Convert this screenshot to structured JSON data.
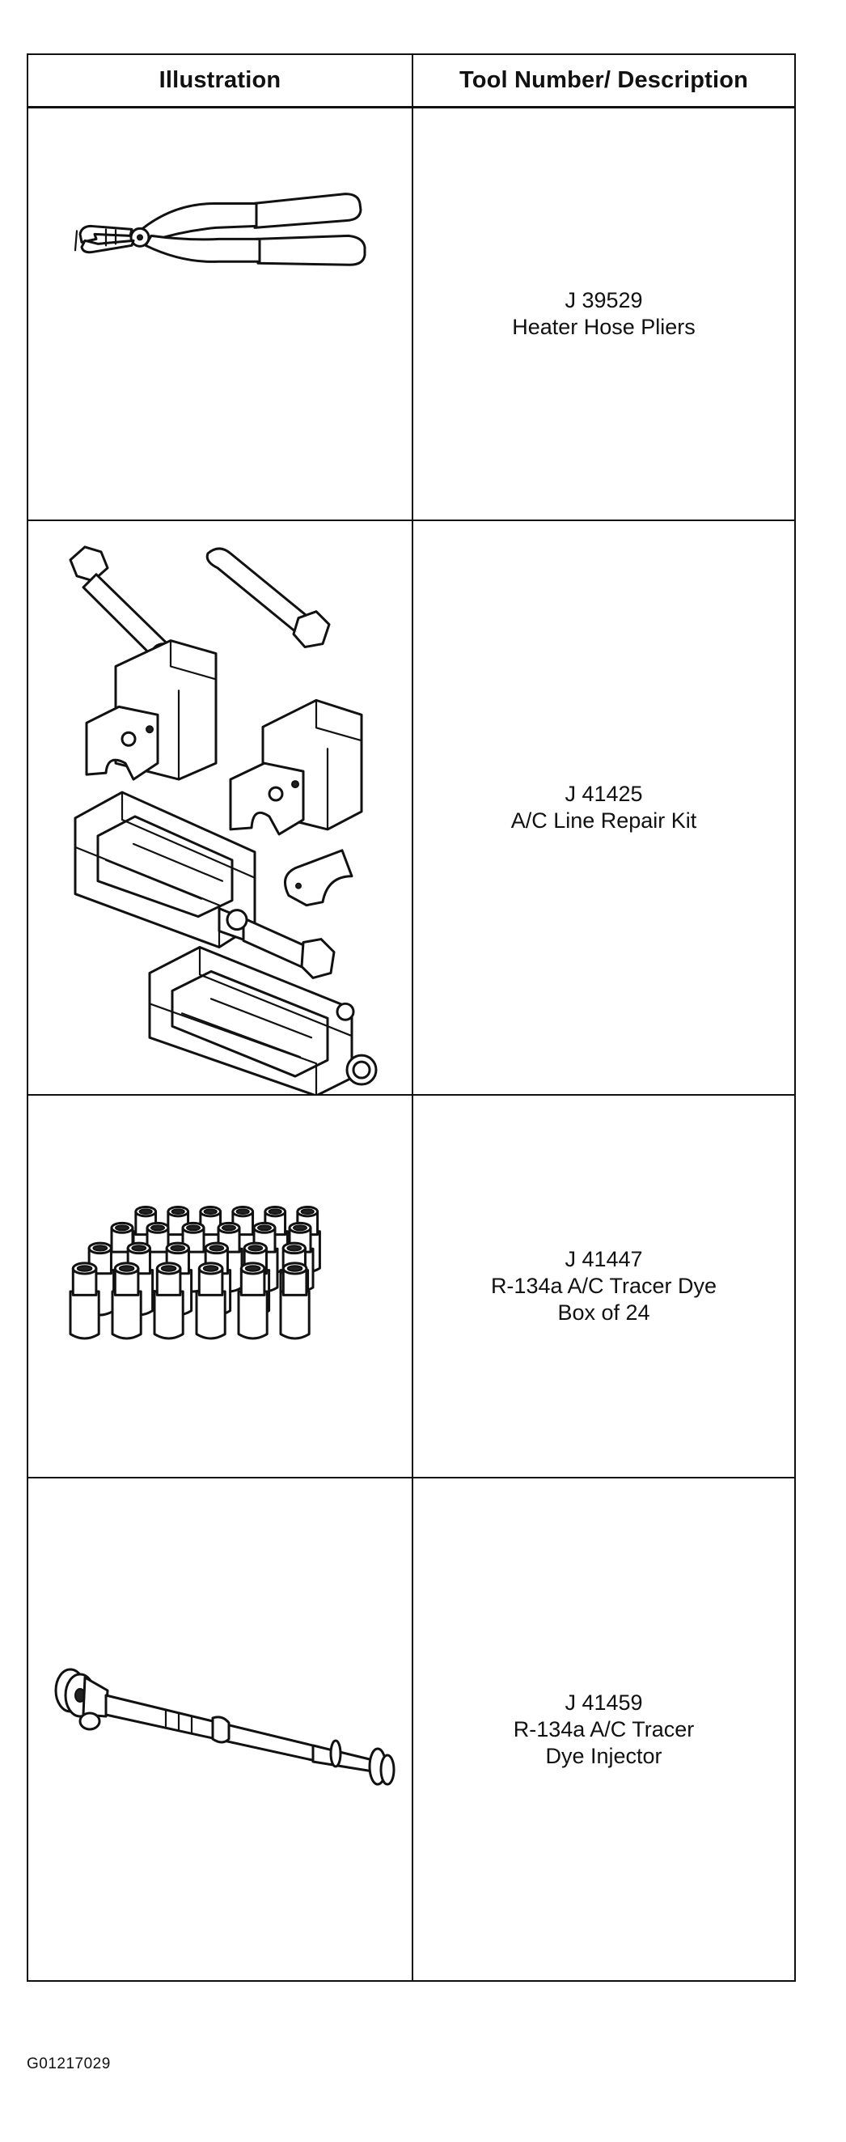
{
  "table": {
    "headers": {
      "illustration": "Illustration",
      "description": "Tool Number/ Description"
    },
    "rows": [
      {
        "tool_number": "J 39529",
        "description_lines": [
          "Heater Hose Pliers"
        ],
        "icon": "heater-hose-pliers"
      },
      {
        "tool_number": "J 41425",
        "description_lines": [
          "A/C Line Repair Kit"
        ],
        "icon": "ac-line-repair-kit"
      },
      {
        "tool_number": "J 41447",
        "description_lines": [
          "R-134a A/C Tracer Dye",
          "Box of 24"
        ],
        "icon": "tracer-dye-bottles"
      },
      {
        "tool_number": "J 41459",
        "description_lines": [
          "R-134a A/C Tracer",
          "Dye Injector"
        ],
        "icon": "tracer-dye-injector"
      }
    ]
  },
  "figure_code": "G01217029"
}
